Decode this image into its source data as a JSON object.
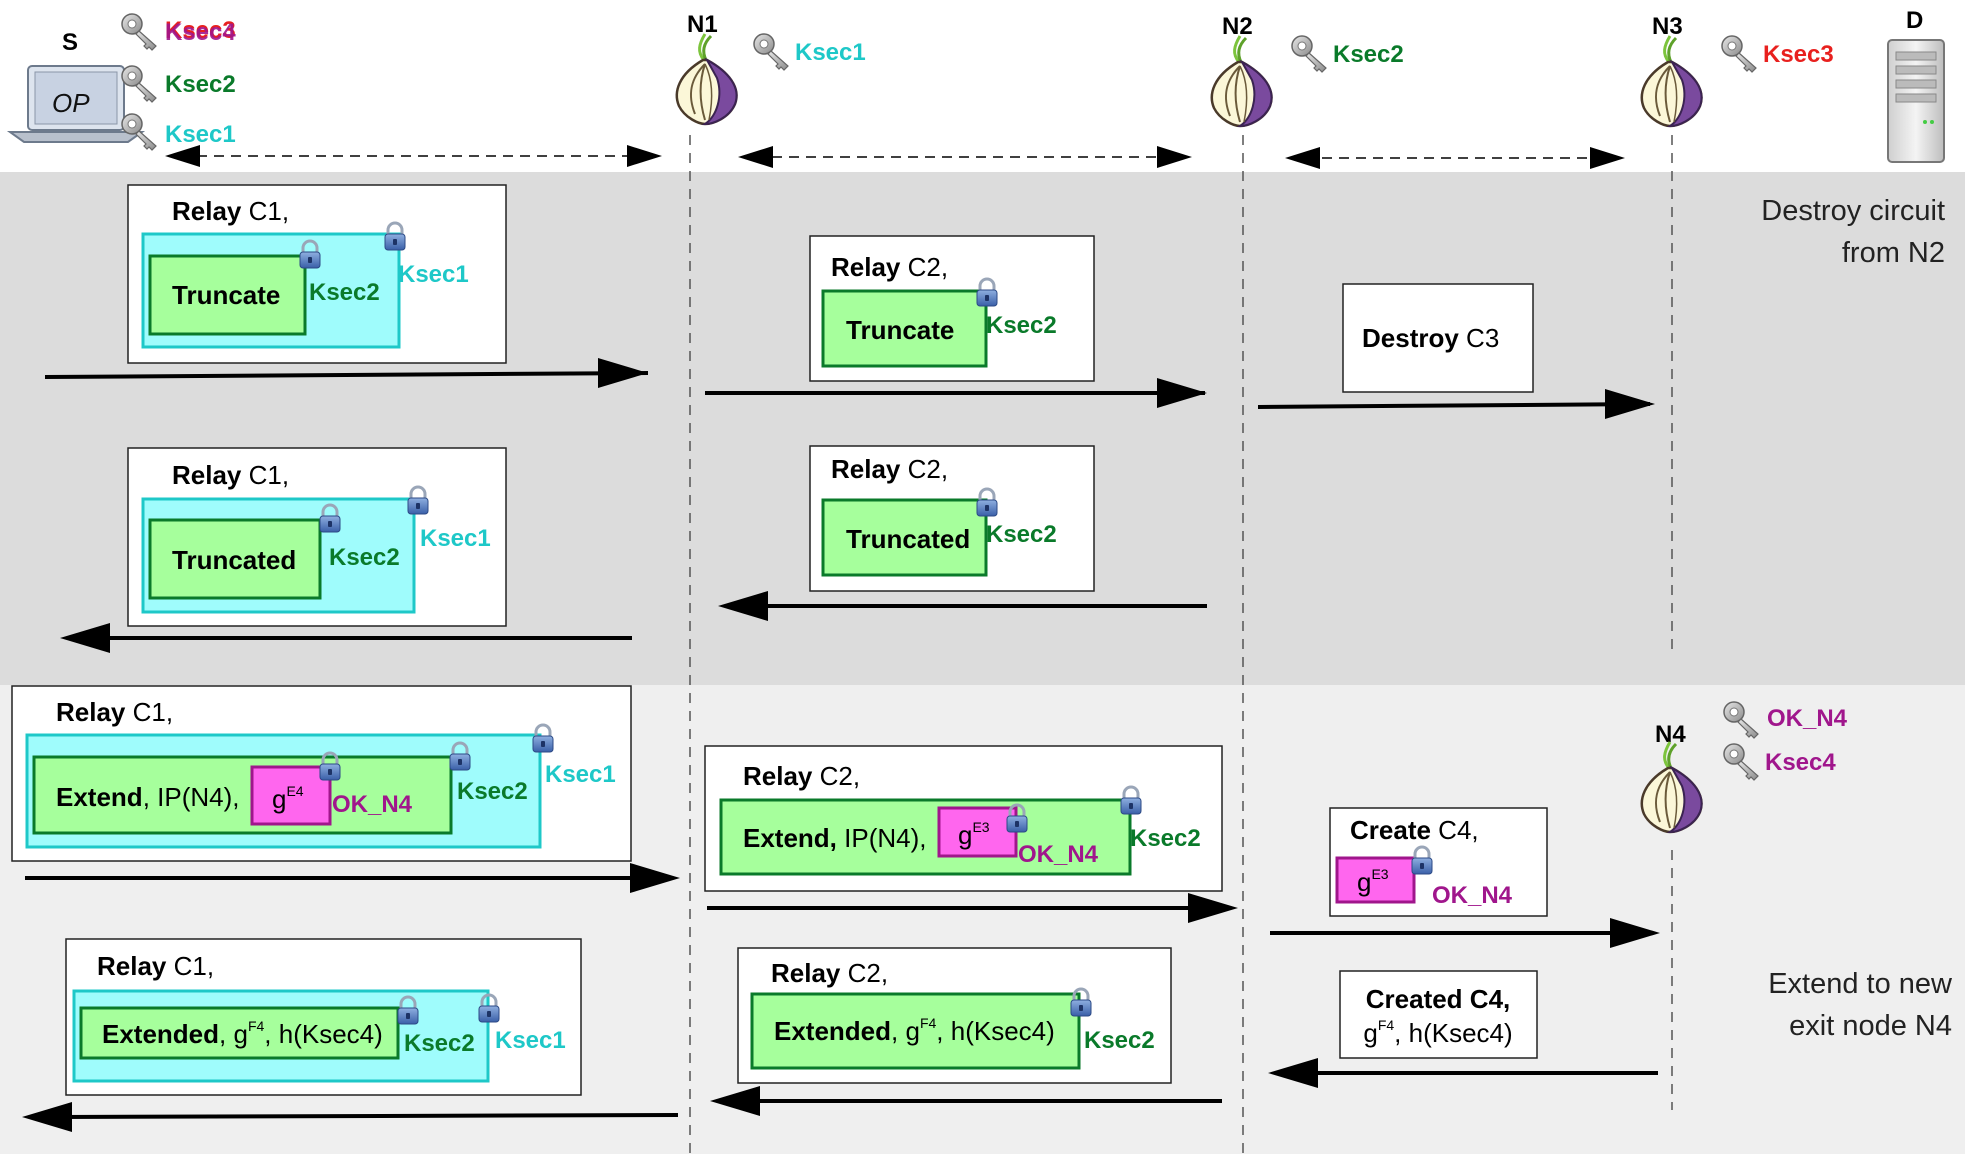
{
  "colors": {
    "ksec1": "#1ec8c8",
    "ksec2": "#0a7a2a",
    "ksec3": "#e8201e",
    "ksec4": "#a0168c",
    "ok_n4": "#a0168c",
    "outer_cyan": "#9ffcfc",
    "inner_green": "#a6ff9c",
    "gbox_magenta": "#ff66ee",
    "band1": "#dcdcdc",
    "band2": "#efefef"
  },
  "nodes": {
    "s": "S",
    "n1": "N1",
    "n2": "N2",
    "n3": "N3",
    "n4": "N4",
    "d": "D",
    "op": "OP"
  },
  "keys": {
    "s_ksec3": "Ksec3",
    "s_ksec4": "Ksec4",
    "s_ksec2": "Ksec2",
    "s_ksec1": "Ksec1",
    "n1": "Ksec1",
    "n2": "Ksec2",
    "n3": "Ksec3",
    "n4_ok": "OK_N4",
    "n4_ksec4": "Ksec4"
  },
  "notes": {
    "destroy_line1": "Destroy circuit",
    "destroy_line2": "from N2",
    "extend_line1": "Extend to new",
    "extend_line2": "exit node N4"
  },
  "boxes": {
    "relay_bold": "Relay",
    "c1": " C1,",
    "c2": " C2,",
    "ksec1": "Ksec1",
    "ksec2": "Ksec2",
    "ok_n4": "OK_N4",
    "truncate": "Truncate",
    "truncated": "Truncated",
    "destroy_bold": "Destroy",
    "destroy_rest": " C3",
    "extend_bold": "Extend",
    "extend_rest": ", IP(N4),",
    "extend_bold2": "Extend,",
    "extend_rest2": " IP(N4),",
    "g": "g",
    "e4": "E4",
    "e3": "E3",
    "f4": "F4",
    "create_bold": "Create",
    "create_rest": " C4,",
    "created_bold": "Created C4,",
    "created_g": "g",
    "created_rest": ", h(Ksec4)",
    "extended_bold": "Extended",
    "extended_mid": ", g",
    "extended_rest": ", h(Ksec4)"
  }
}
